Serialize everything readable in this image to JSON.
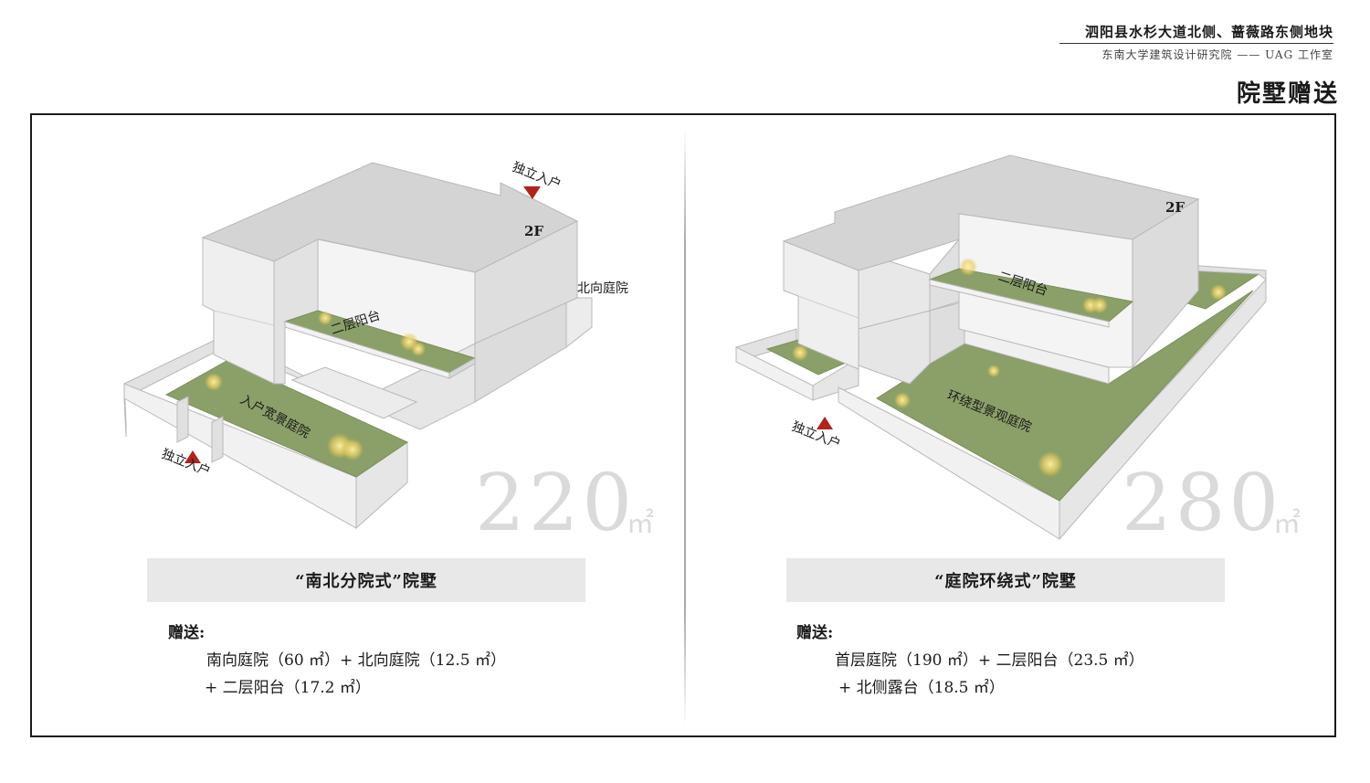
{
  "header": {
    "project": "泗阳县水杉大道北侧、蔷薇路东侧地块",
    "org": "东南大学建筑设计研究院 —— UAG 工作室",
    "title": "院墅赠送"
  },
  "left": {
    "labels": {
      "entry_top": "独立入户",
      "floor": "2F",
      "north_yard": "北向庭院",
      "balcony": "二层阳台",
      "courtyard": "入户宽景庭院",
      "entry_bottom": "独立入户"
    },
    "area_value": "220",
    "area_unit": "㎡",
    "type_name": "“南北分院式”院墅",
    "gift_label": "赠送:",
    "gift_lines": [
      "南向庭院（60 ㎡）+ 北向庭院（12.5 ㎡）",
      "+ 二层阳台（17.2 ㎡）"
    ]
  },
  "right": {
    "labels": {
      "floor": "2F",
      "balcony": "二层阳台",
      "courtyard": "环绕型景观庭院",
      "entry": "独立入户"
    },
    "area_value": "280",
    "area_unit": "㎡",
    "type_name": "“庭院环绕式”院墅",
    "gift_label": "赠送:",
    "gift_lines": [
      "首层庭院（190 ㎡）+ 二层阳台（23.5 ㎡）",
      "+ 北侧露台（18.5 ㎡）"
    ]
  },
  "colors": {
    "lawn": "#8ba068",
    "entry_marker": "#b3221d",
    "massing_top": "#d4d4d4",
    "massing_face": "#ececec"
  }
}
